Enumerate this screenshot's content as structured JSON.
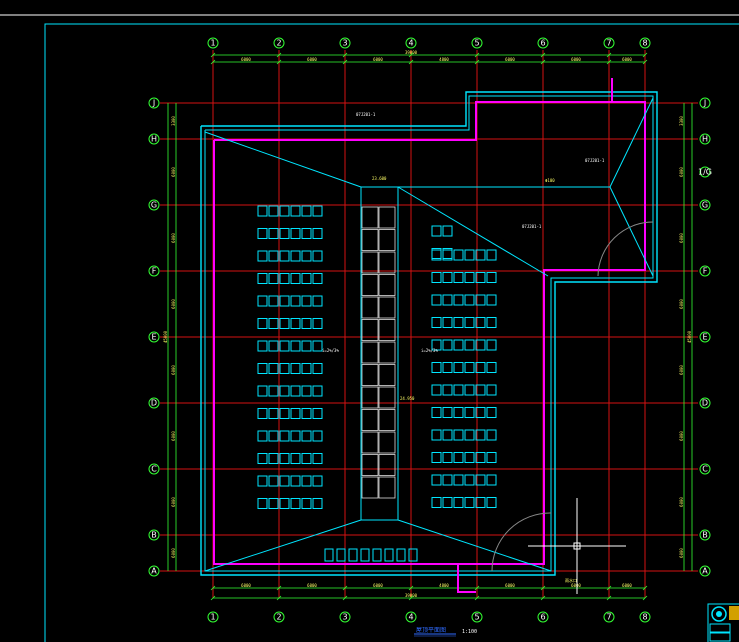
{
  "drawing": {
    "title": "屋顶平面图",
    "scale": "1:100",
    "vertical_axes": [
      "1",
      "2",
      "3",
      "4",
      "5",
      "6",
      "7",
      "8"
    ],
    "horizontal_axes": [
      "J",
      "H",
      "G",
      "F",
      "E",
      "D",
      "C",
      "B",
      "A"
    ],
    "right_extra_axis": "1/G",
    "top_total_dim": "39000",
    "top_dims": [
      "6000",
      "6000",
      "6000",
      "4800",
      "6000",
      "6000",
      "6000"
    ],
    "bottom_total_dim": "39000",
    "bottom_dims": [
      "6000",
      "6000",
      "6000",
      "4800",
      "6000",
      "6000",
      "6000"
    ],
    "left_total_dim": "45000",
    "left_dims": [
      "3300",
      "6000",
      "6000",
      "6000",
      "6000",
      "6000",
      "6000",
      "6000"
    ],
    "right_total_dim": "45000",
    "right_dims": [
      "3300",
      "6000",
      "6000",
      "6000",
      "6000",
      "6000",
      "6000",
      "6000"
    ],
    "roof_labels": {
      "slope_left": "i=2%/3%",
      "slope_right": "i=2%/3%",
      "gutter_elev": "23.600",
      "detail_ref_top": "07J201-1",
      "detail_ref_mid": "07J201-1",
      "detail_ref_right": "07J201-1",
      "center_elev": "24.950",
      "rain_pipe": "Φ100",
      "outlet_label": "雨水口"
    }
  },
  "colors": {
    "background": "#000000",
    "grid_line": "#d31212",
    "wall": "#00e6ff",
    "parapet": "#ff00ff",
    "dimension": "#33ff33",
    "text": "#ffff66"
  }
}
